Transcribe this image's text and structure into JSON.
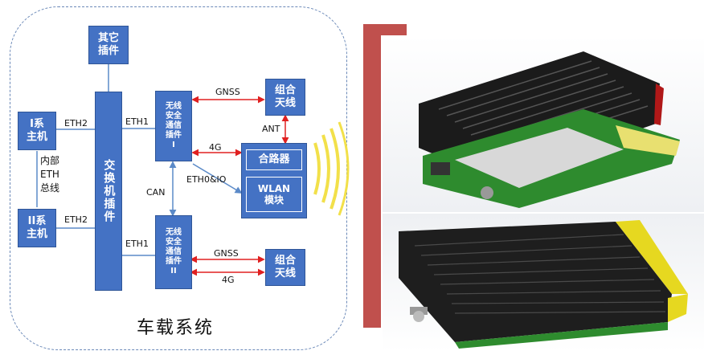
{
  "diagram": {
    "caption": "车载系统",
    "boxes": {
      "other_plugin": "其它\n插件",
      "host_1": "I系\n主机",
      "host_2": "II系\n主机",
      "switch_plugin": "交换机插件",
      "wireless_1": "无线\n安全\n通信\n插件\nI",
      "wireless_2": "无线\n安全\n通信\n插件\nII",
      "antenna_1": "组合\n天线",
      "antenna_2": "组合\n天线",
      "combiner": "合路器",
      "wlan": "WLAN\n模块"
    },
    "labels": {
      "eth2_top": "ETH2",
      "eth2_bottom": "ETH2",
      "eth1_top": "ETH1",
      "eth1_bottom": "ETH1",
      "internal_bus": "内部\nETH\n总线",
      "gnss_top": "GNSS",
      "gnss_bottom": "GNSS",
      "lte_top": "4G",
      "lte_bottom": "4G",
      "ant": "ANT",
      "can": "CAN",
      "eth0_io": "ETH0&IO"
    }
  },
  "colors": {
    "box_fill": "#4472c4",
    "box_border": "#2f5597",
    "arrow_red": "#e02020",
    "arrow_blue": "#5b8ac8",
    "accent_bar": "#c0504d",
    "signal_yellow": "#f2e04a"
  }
}
